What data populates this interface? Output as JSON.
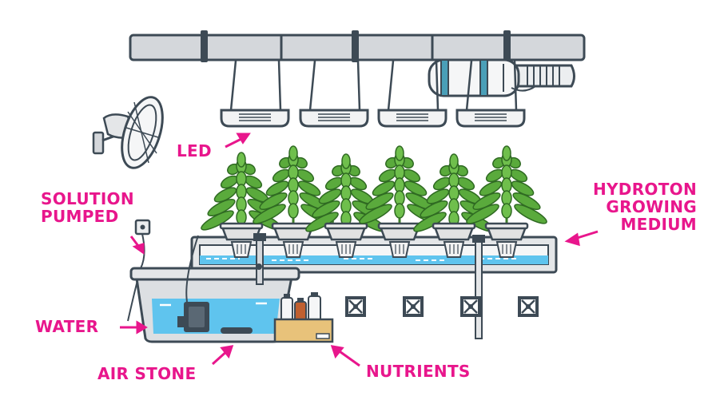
{
  "labels": {
    "led": "LED",
    "solution_pumped": [
      "SOLUTION",
      "PUMPED"
    ],
    "water": "WATER",
    "air_stone": "AIR STONE",
    "nutrients": "NUTRIENTS",
    "hydroton": [
      "HYDROTON",
      "GROWING",
      "MEDIUM"
    ]
  },
  "colors": {
    "label": "#e8168c",
    "outline": "#3d4a55",
    "rail": "#d4d7db",
    "water": "#5fc4ee",
    "reservoir": "#dcdfe2",
    "plant": "#5aaa3c",
    "pot": "#e2e2e2",
    "strap": "#4a9fb8",
    "crate": "#e8c27a"
  },
  "counts": {
    "lights": 4,
    "plants": 6,
    "vents": 4
  }
}
